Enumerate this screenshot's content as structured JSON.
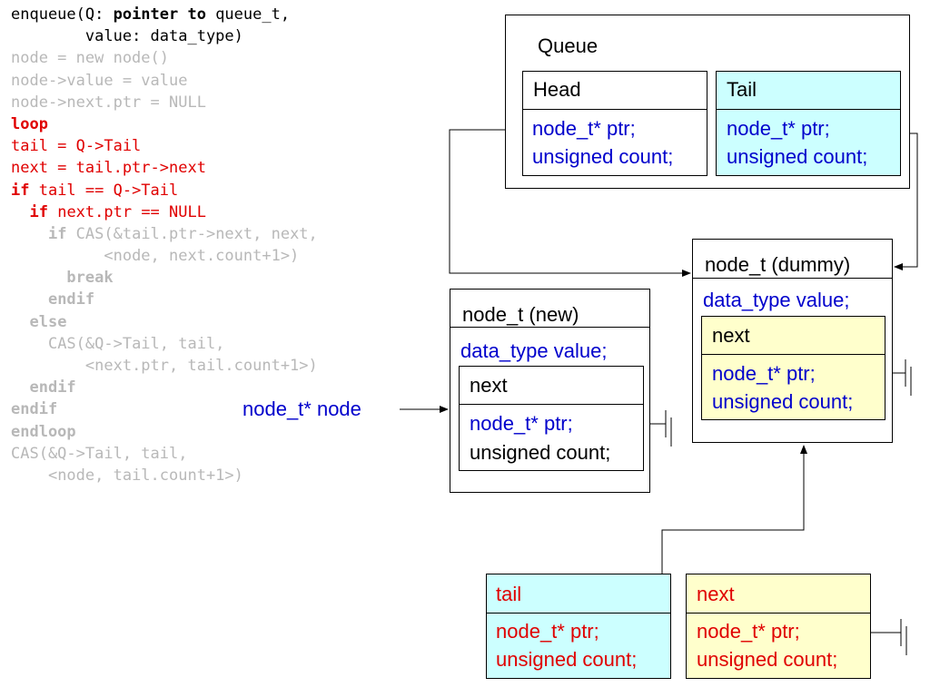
{
  "code": {
    "lines": [
      {
        "indent": "",
        "parts": [
          {
            "t": "enqueue(Q: ",
            "c": "black"
          },
          {
            "t": "pointer to",
            "c": "black",
            "kw": true
          },
          {
            "t": " queue_t,",
            "c": "black"
          }
        ]
      },
      {
        "indent": "        ",
        "parts": [
          {
            "t": "value: data_type)",
            "c": "black"
          }
        ]
      },
      {
        "indent": "",
        "parts": [
          {
            "t": "node = new node()",
            "c": "gray"
          }
        ]
      },
      {
        "indent": "",
        "parts": [
          {
            "t": "node->value = value",
            "c": "gray"
          }
        ]
      },
      {
        "indent": "",
        "parts": [
          {
            "t": "node->next.ptr = NULL",
            "c": "gray"
          }
        ]
      },
      {
        "indent": "",
        "parts": [
          {
            "t": "loop",
            "c": "red",
            "kw": true
          }
        ]
      },
      {
        "indent": "",
        "parts": [
          {
            "t": "tail = Q->Tail",
            "c": "red"
          }
        ]
      },
      {
        "indent": "",
        "parts": [
          {
            "t": "next = tail.ptr->next",
            "c": "red"
          }
        ]
      },
      {
        "indent": "",
        "parts": [
          {
            "t": "if",
            "c": "red",
            "kw": true
          },
          {
            "t": " tail == Q->Tail",
            "c": "red"
          }
        ]
      },
      {
        "indent": "  ",
        "parts": [
          {
            "t": "if",
            "c": "red",
            "kw": true
          },
          {
            "t": " next.ptr == NULL",
            "c": "red"
          }
        ]
      },
      {
        "indent": "    ",
        "parts": [
          {
            "t": "if",
            "c": "gray",
            "kw": true
          },
          {
            "t": " CAS(&tail.ptr->next, next,",
            "c": "gray"
          }
        ]
      },
      {
        "indent": "          ",
        "parts": [
          {
            "t": "<node, next.count+1>)",
            "c": "gray"
          }
        ]
      },
      {
        "indent": "      ",
        "parts": [
          {
            "t": "break",
            "c": "gray",
            "kw": true
          }
        ]
      },
      {
        "indent": "    ",
        "parts": [
          {
            "t": "endif",
            "c": "gray",
            "kw": true
          }
        ]
      },
      {
        "indent": "  ",
        "parts": [
          {
            "t": "else",
            "c": "gray",
            "kw": true
          }
        ]
      },
      {
        "indent": "    ",
        "parts": [
          {
            "t": "CAS(&Q->Tail, tail,",
            "c": "gray"
          }
        ]
      },
      {
        "indent": "        ",
        "parts": [
          {
            "t": "<next.ptr, tail.count+1>)",
            "c": "gray"
          }
        ]
      },
      {
        "indent": "  ",
        "parts": [
          {
            "t": "endif",
            "c": "gray",
            "kw": true
          }
        ]
      },
      {
        "indent": "",
        "parts": [
          {
            "t": "endif",
            "c": "gray",
            "kw": true
          }
        ]
      },
      {
        "indent": "",
        "parts": [
          {
            "t": "endloop",
            "c": "gray",
            "kw": true
          }
        ]
      },
      {
        "indent": "",
        "parts": [
          {
            "t": "CAS(&Q->Tail, tail,",
            "c": "gray"
          }
        ]
      },
      {
        "indent": "    ",
        "parts": [
          {
            "t": "<node, tail.count+1>)",
            "c": "gray"
          }
        ]
      }
    ]
  },
  "queue": {
    "label": "Queue",
    "head": {
      "title": "Head",
      "ptr": "node_t* ptr;",
      "count": "unsigned count;"
    },
    "tail": {
      "title": "Tail",
      "ptr": "node_t* ptr;",
      "count": "unsigned count;"
    }
  },
  "dummy": {
    "title": "node_t (dummy)",
    "value": "data_type value;",
    "next_title": "next",
    "ptr": "node_t* ptr;",
    "count": "unsigned count;"
  },
  "newnode": {
    "title": "node_t (new)",
    "value": "data_type value;",
    "next_title": "next",
    "ptr": "node_t* ptr;",
    "count": "unsigned count;"
  },
  "node_pointer_label": "node_t* node",
  "local_tail": {
    "title": "tail",
    "ptr": "node_t* ptr;",
    "count": "unsigned count;"
  },
  "local_next": {
    "title": "next",
    "ptr": "node_t* ptr;",
    "count": "unsigned count;"
  },
  "colors": {
    "cyan": "#ccffff",
    "yellow": "#ffffcc",
    "blue_text": "#0000cc",
    "red_text": "#e00000",
    "gray_text": "#b8b8b8"
  }
}
